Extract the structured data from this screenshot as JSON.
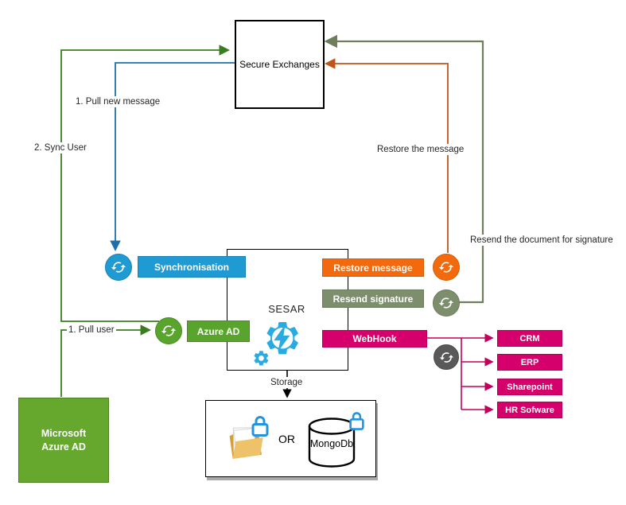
{
  "diagram": {
    "secure_exchanges": "Secure Exchanges",
    "sesar": "SESAR",
    "microsoft_azure_ad": {
      "line1": "Microsoft",
      "line2": "Azure AD"
    },
    "pills": {
      "synchronisation": "Synchronisation",
      "azure_ad": "Azure AD",
      "restore_message": "Restore message",
      "resend_signature": "Resend signature",
      "webhook": "WebHook"
    },
    "targets": {
      "crm": "CRM",
      "erp": "ERP",
      "sharepoint": "Sharepoint",
      "hr_software": "HR Sofware"
    },
    "edge_labels": {
      "pull_new_message": "1. Pull new message",
      "sync_user": "2. Sync User",
      "restore_the_message": "Restore the message",
      "resend_document": "Resend the document for signature",
      "pull_user": "1. Pull user",
      "storage": "Storage"
    },
    "storage": {
      "or": "OR",
      "mongodb": "MongoDb"
    },
    "colors": {
      "sync_blue": "#1f9ad3",
      "azure_green": "#58a42c",
      "azure_box_green": "#66a82e",
      "restore_orange": "#f26a0d",
      "resend_sage": "#7d8e6d",
      "webhook_magenta": "#d6006c",
      "hub_gray": "#595959",
      "icon_blue": "#29abe2",
      "line_green": "#3a7d20",
      "line_blue": "#1d70ab",
      "line_orange": "#c0551a",
      "line_sage": "#6e7e5c",
      "line_pink": "#c2005b"
    }
  }
}
